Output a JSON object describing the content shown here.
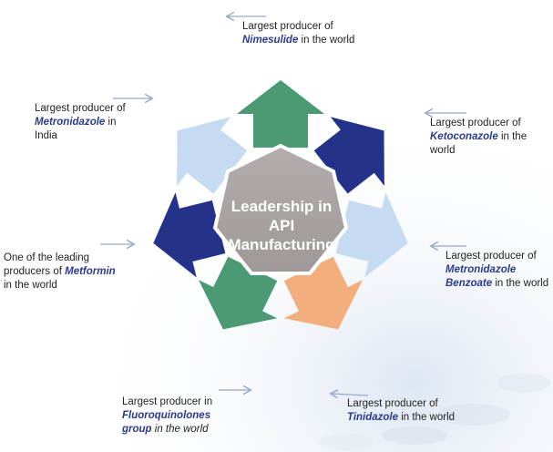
{
  "center": {
    "line1": "Leadership in",
    "line2": "API",
    "line3": "Manufacturing"
  },
  "colors": {
    "green": "#4c9a74",
    "navy": "#25328a",
    "light_blue": "#c4dbf2",
    "peach": "#f2ae7d",
    "hub": "#aaa4a4",
    "arrow_line": "#9aa8c8"
  },
  "items": [
    {
      "prefix": "Largest producer of",
      "drug": "Nimesulide",
      "suffix": " in the world"
    },
    {
      "prefix": "Largest producer of",
      "drug": "Ketoconazole",
      "suffix": " in the",
      "suffix2": "world"
    },
    {
      "prefix": "Largest producer of",
      "drug": "Metronidazole",
      "drug2": "Benzoate",
      "suffix": " in the world"
    },
    {
      "prefix": "Largest producer of",
      "drug": "Tinidazole",
      "suffix": " in the world"
    },
    {
      "prefix": "Largest producer in",
      "drug": "Fluoroquinolones",
      "drug2": "group",
      "suffix": " in the world"
    },
    {
      "prefix": "One of the leading",
      "prefix2": "producers of ",
      "drug": "Metformin",
      "suffix": "in the world"
    },
    {
      "prefix": "Largest producer of",
      "drug": "Metronidazole",
      "suffix": " in",
      "suffix2": "India"
    }
  ]
}
